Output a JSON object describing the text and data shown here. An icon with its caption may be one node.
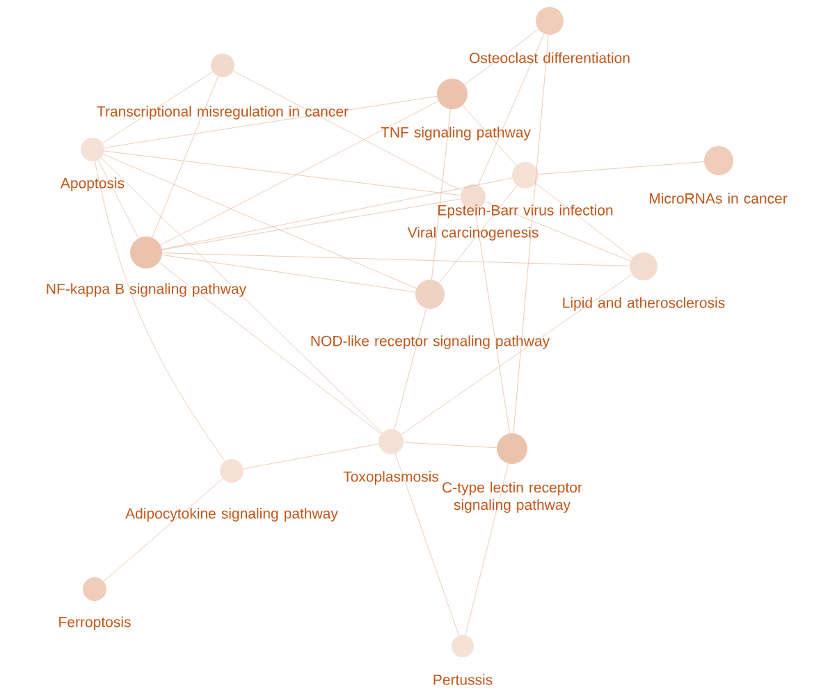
{
  "diagram": {
    "nodes": [
      {
        "text": [
          "Transcriptional misregulation in cancer"
        ]
      },
      {
        "text": [
          "Osteoclast differentiation"
        ]
      },
      {
        "text": [
          "TNF signaling pathway"
        ]
      },
      {
        "text": [
          "Apoptosis"
        ]
      },
      {
        "text": [
          "Epstein-Barr virus infection"
        ]
      },
      {
        "text": [
          "Viral carcinogenesis"
        ]
      },
      {
        "text": [
          "MicroRNAs in cancer"
        ]
      },
      {
        "text": [
          "NF-kappa B signaling pathway"
        ]
      },
      {
        "text": [
          "Lipid and atherosclerosis"
        ]
      },
      {
        "text": [
          "NOD-like receptor signaling pathway"
        ]
      },
      {
        "text": [
          "Toxoplasmosis"
        ]
      },
      {
        "text": [
          "C-type lectin receptor signaling pathway"
        ]
      },
      {
        "text": [
          "Adipocytokine signaling pathway"
        ]
      },
      {
        "text": [
          "Ferroptosis"
        ]
      },
      {
        "text": [
          "Pertussis"
        ]
      }
    ],
    "edges": [
      {
        "from": 0,
        "to": 3,
        "arrow": "none"
      },
      {
        "from": 0,
        "to": 7,
        "arrow": "none"
      },
      {
        "from": 0,
        "to": 5,
        "arrow": "none"
      },
      {
        "from": 3,
        "to": 2,
        "arrow": "none"
      },
      {
        "from": 3,
        "to": 5,
        "arrow": "none"
      },
      {
        "from": 3,
        "to": 9,
        "arrow": "none"
      },
      {
        "from": 3,
        "to": 7,
        "arrow": "none"
      },
      {
        "from": 3,
        "to": 10,
        "arrow": "none"
      },
      {
        "from": 3,
        "to": 12,
        "arrow": "none"
      },
      {
        "from": 7,
        "to": 2,
        "arrow": "none"
      },
      {
        "from": 7,
        "to": 4,
        "arrow": "none"
      },
      {
        "from": 7,
        "to": 5,
        "arrow": "none"
      },
      {
        "from": 7,
        "to": 8,
        "arrow": "none"
      },
      {
        "from": 7,
        "to": 9,
        "arrow": "none"
      },
      {
        "from": 7,
        "to": 10,
        "arrow": "none"
      },
      {
        "from": 2,
        "to": 1,
        "arrow": "none"
      },
      {
        "from": 2,
        "to": 9,
        "arrow": "none"
      },
      {
        "from": 2,
        "to": 4,
        "arrow": "none"
      },
      {
        "from": 1,
        "to": 5,
        "arrow": "none"
      },
      {
        "from": 1,
        "to": 11,
        "arrow": "none"
      },
      {
        "from": 4,
        "to": 6,
        "arrow": "none"
      },
      {
        "from": 4,
        "to": 8,
        "arrow": "none"
      },
      {
        "from": 4,
        "to": 9,
        "arrow": "none"
      },
      {
        "from": 5,
        "to": 8,
        "arrow": "none"
      },
      {
        "from": 5,
        "to": 11,
        "arrow": "none"
      },
      {
        "from": 9,
        "to": 10,
        "arrow": "none"
      },
      {
        "from": 8,
        "to": 10,
        "arrow": "none"
      },
      {
        "from": 10,
        "to": 12,
        "arrow": "none"
      },
      {
        "from": 10,
        "to": 11,
        "arrow": "none"
      },
      {
        "from": 10,
        "to": 14,
        "arrow": "none"
      },
      {
        "from": 11,
        "to": 14,
        "arrow": "none"
      },
      {
        "from": 12,
        "to": 13,
        "arrow": "none"
      }
    ]
  }
}
